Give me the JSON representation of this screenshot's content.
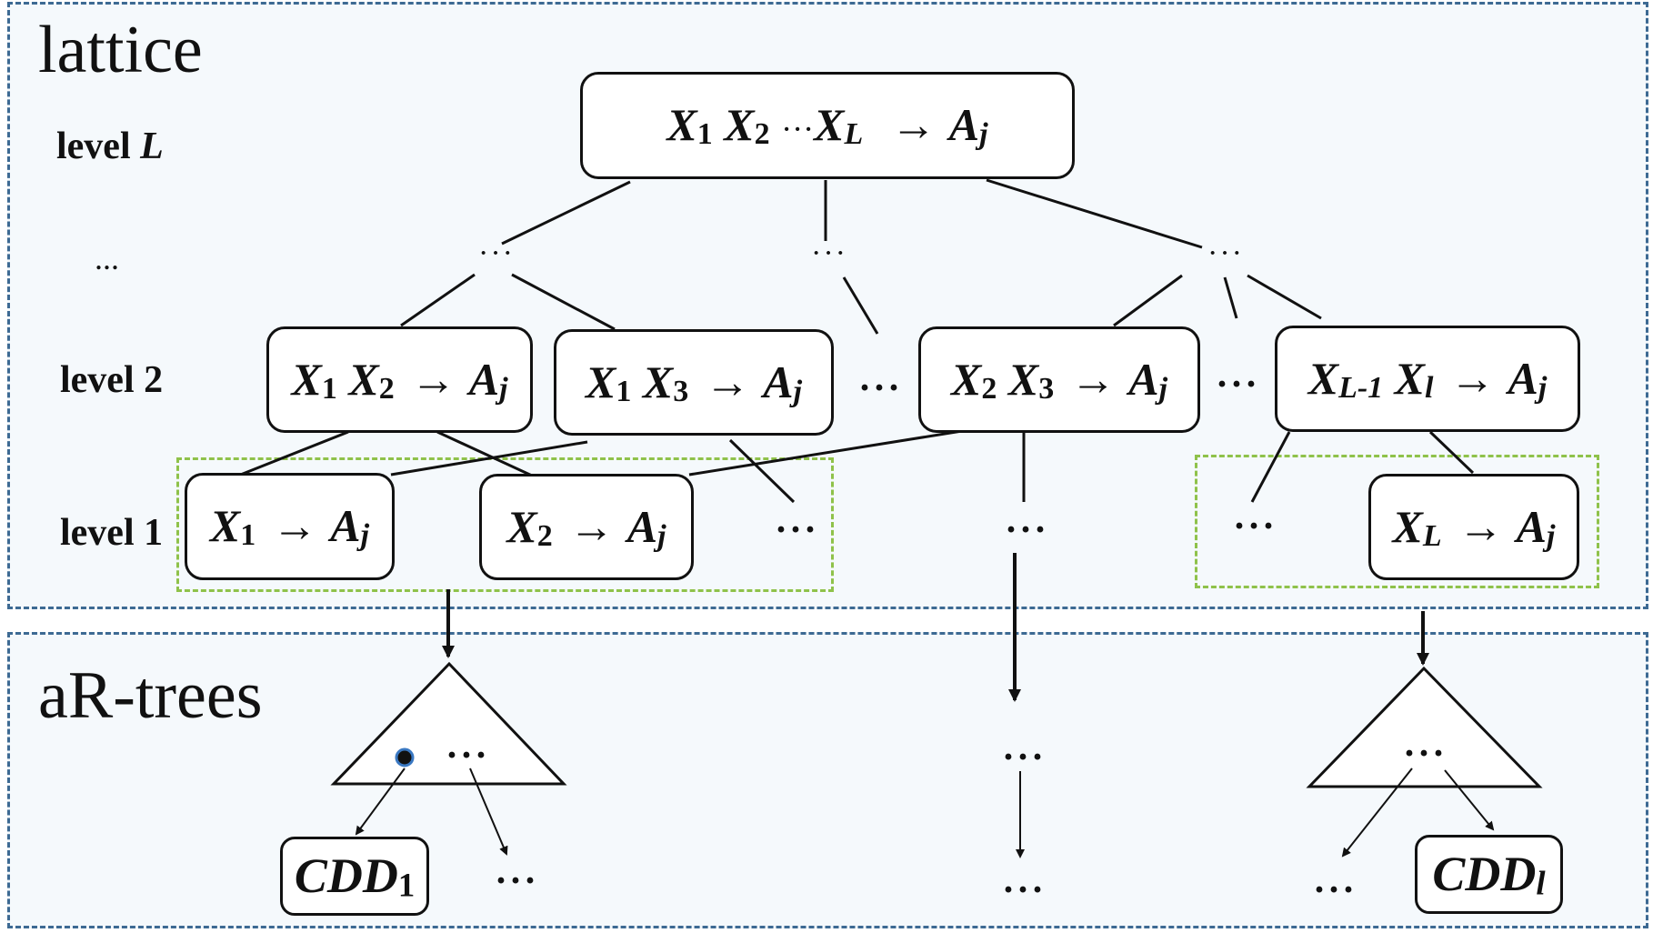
{
  "lattice": {
    "title": "lattice",
    "levels": {
      "top": {
        "word": "level",
        "var": "L"
      },
      "middle": "...",
      "two": "level 2",
      "one": "level 1"
    },
    "top_node": {
      "v1": "X",
      "s1": "1",
      "v2": "X",
      "s2": "2",
      "mid": "···",
      "v3": "X",
      "s3": "L",
      "arrow": "→",
      "rhs": "A",
      "rs": "j"
    },
    "level2_nodes": [
      {
        "a": "X",
        "as": "1",
        "b": "X",
        "bs": "2",
        "arrow": "→",
        "rhs": "A",
        "rs": "j"
      },
      {
        "a": "X",
        "as": "1",
        "b": "X",
        "bs": "3",
        "arrow": "→",
        "rhs": "A",
        "rs": "j"
      },
      {
        "a": "X",
        "as": "2",
        "b": "X",
        "bs": "3",
        "arrow": "→",
        "rhs": "A",
        "rs": "j"
      },
      {
        "a": "X",
        "as": "L-1",
        "b": "X",
        "bs": "l",
        "arrow": "→",
        "rhs": "A",
        "rs": "j"
      }
    ],
    "level1_nodes": [
      {
        "a": "X",
        "as": "1",
        "arrow": "→",
        "rhs": "A",
        "rs": "j"
      },
      {
        "a": "X",
        "as": "2",
        "arrow": "→",
        "rhs": "A",
        "rs": "j"
      },
      {
        "a": "X",
        "as": "L",
        "arrow": "→",
        "rhs": "A",
        "rs": "j"
      }
    ],
    "ellipsis": "···",
    "dots": "..."
  },
  "artrees": {
    "title": "aR-trees",
    "cdd_left": {
      "v": "CDD",
      "s": "1"
    },
    "cdd_right": {
      "v": "CDD",
      "s": "l"
    },
    "ellipsis": "···"
  },
  "colors": {
    "panel_border": "#3d6a93",
    "group_border": "#8fc24a",
    "panel_fill": "#f5f9fc",
    "stroke": "#111111"
  }
}
